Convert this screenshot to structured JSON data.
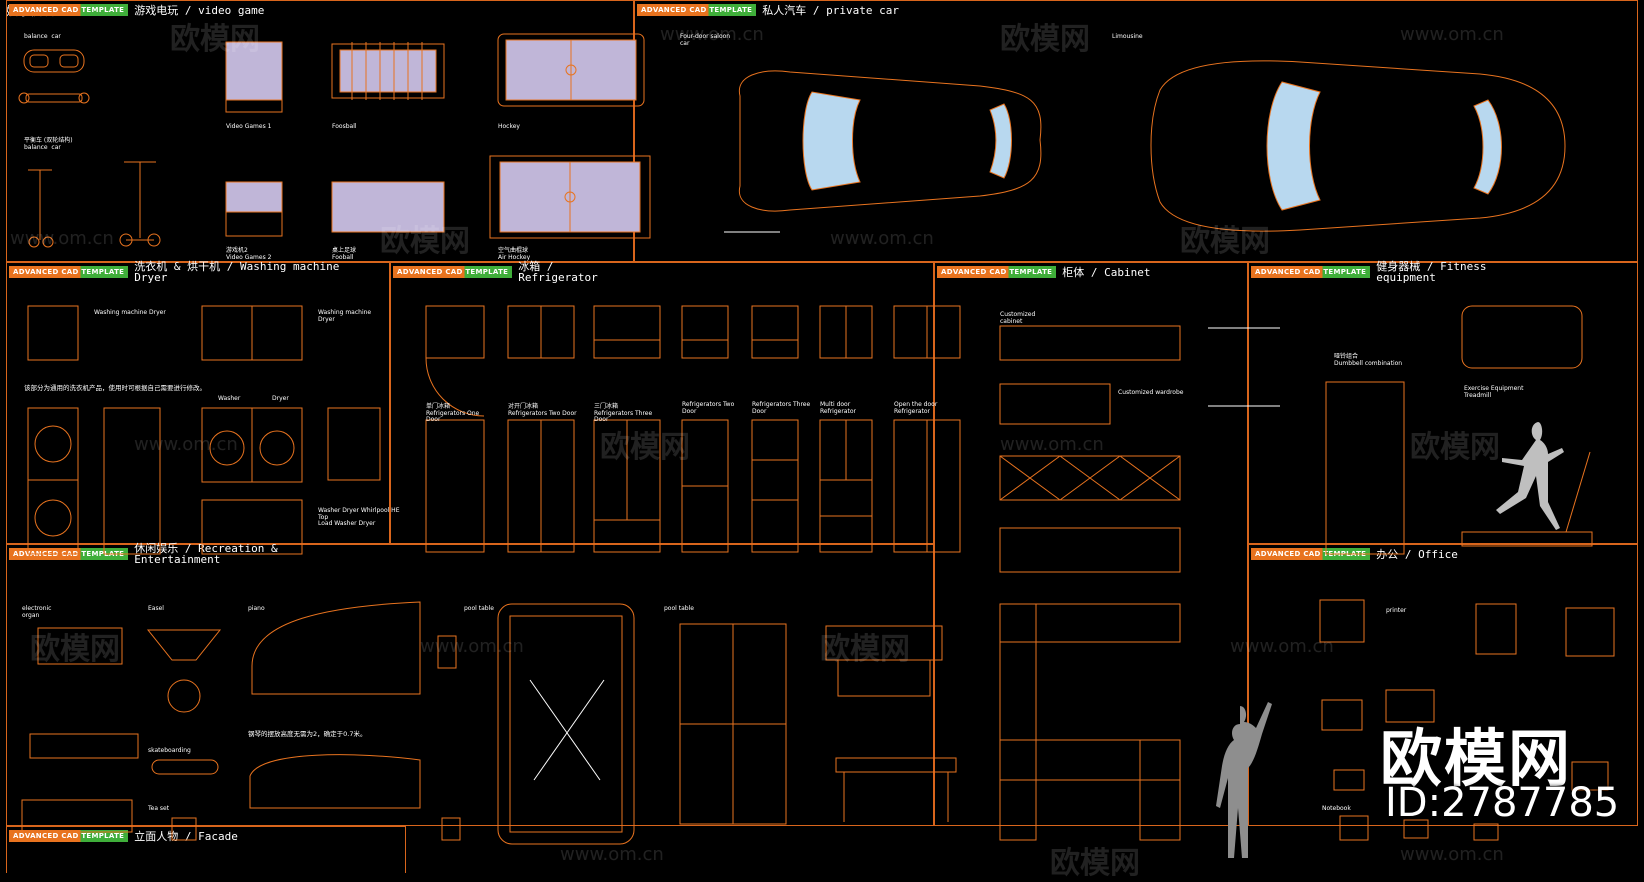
{
  "sheet_title": "娱乐模块",
  "tag_text": "ADVANCED CAD TEMPLATE",
  "panels": {
    "video_game": {
      "title": "游戏电玩 / video game"
    },
    "private_car": {
      "title": "私人汽车 / private car"
    },
    "washing": {
      "title": "洗衣机 & 烘干机 / Washing machine\nDryer"
    },
    "fridge": {
      "title": "冰箱 /\nRefrigerator"
    },
    "cabinet": {
      "title": "柜体 / Cabinet"
    },
    "fitness": {
      "title": "健身器械 / Fitness\nequipment"
    },
    "recreation": {
      "title": "休闲娱乐 / Recreation &\nEntertainment"
    },
    "office": {
      "title": "办公 / Office"
    },
    "facade": {
      "title": "立面人物 / Facade"
    }
  },
  "labels": {
    "balance_car": "balance  car",
    "balance_car2": "平衡车 (双轮结构)\nbalance  car",
    "video_games_1": "Video Games 1",
    "video_games_2": "游戏机2\nVideo Games 2",
    "foosball": "Foosball",
    "foosball2": "桌上足球\nFooball",
    "hockey": "Hockey",
    "air_hockey": "空气曲棍球\nAir Hockey",
    "four_door": "Four-door saloon\ncar",
    "limousine": "Limousine",
    "washing_dryer": "Washing machine Dryer",
    "washing_machine_dryer": "Washing machine\nDryer",
    "washing_note": "该部分为通用的洗衣机产品，使用时可根据自己需要进行修改。",
    "washer": "Washer",
    "dryer": "Dryer",
    "whirlpool": "Washer Dryer Whirlpool HE\nTop\nLoad Washer Dryer",
    "fridge_one": "单门冰箱\nRefrigerators One\nDoor",
    "fridge_two": "对开门冰箱\nRefrigerators Two Door",
    "fridge_three": "三门冰箱\nRefrigerators Three\nDoor",
    "fridge_two2": "Refrigerators Two\nDoor",
    "fridge_three2": "Refrigerators Three\nDoor",
    "fridge_multi": "Multi door\nRefrigerator",
    "fridge_open": "Open the door\nRefrigerator",
    "customized_cabinet": "Customized\ncabinet",
    "customized_wardrobe": "Customized wardrobe",
    "dumbbell": "哑铃组合\nDumbbell combination",
    "treadmill": "Exercise Equipment\nTreadmill",
    "electronic_organ": "electronic\norgan",
    "easel": "Easel",
    "piano": "piano",
    "skateboarding": "skateboarding",
    "tea_set": "Tea set",
    "pool_table": "pool table",
    "pool_table2": "pool table",
    "piano_note": "钢琴的摆放高度无需为2，确定于0.7米。",
    "printer": "printer",
    "notebook": "Notebook"
  },
  "watermark": {
    "brand": "欧模网",
    "url": "www.om.cn"
  },
  "corner": {
    "brand": "欧模网",
    "id": "ID:2787785"
  },
  "colors": {
    "line": "#e8731f",
    "tag_orange": "#e8731f",
    "tag_green": "#3fae3a",
    "bg": "#000000"
  }
}
